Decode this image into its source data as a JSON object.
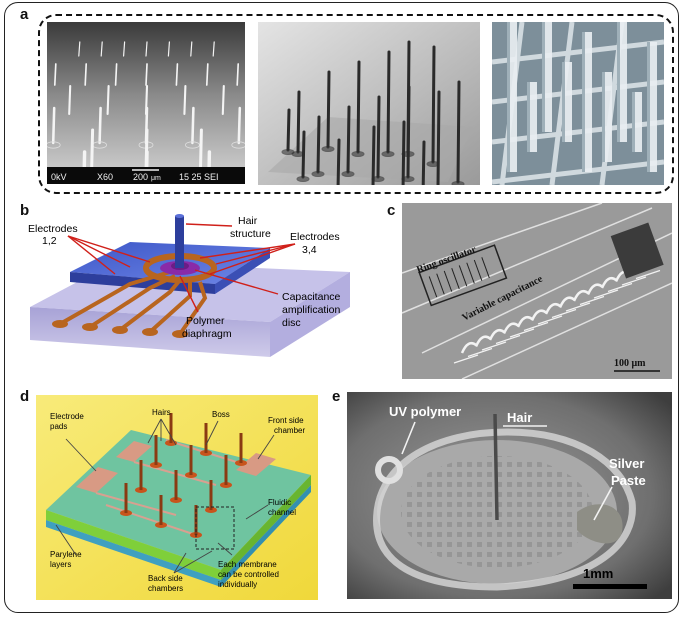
{
  "panels": {
    "a": {
      "label": "a",
      "sem_info": {
        "kv": "0kV",
        "mag": "X60",
        "scale": "200",
        "scale_unit": "μm",
        "code": "15 25 SEI"
      }
    },
    "b": {
      "label": "b",
      "annotations": {
        "electrodes_12_line1": "Electrodes",
        "electrodes_12_line2": "1,2",
        "hair_line1": "Hair",
        "hair_line2": "structure",
        "electrodes_34_line1": "Electrodes",
        "electrodes_34_line2": "3,4",
        "cap_line1": "Capacitance",
        "cap_line2": "amplification",
        "cap_line3": "disc",
        "poly_line1": "Polymer",
        "poly_line2": "diaphragm"
      }
    },
    "c": {
      "label": "c",
      "annotations": {
        "ring_oscillator": "Ring oscillator",
        "variable_capacitance": "Variable capacitance",
        "scale": "100 μm"
      }
    },
    "d": {
      "label": "d",
      "annotations": {
        "hairs": "Hairs",
        "electrode_line1": "Electrode",
        "electrode_line2": "pads",
        "boss": "Boss",
        "front_line1": "Front side",
        "front_line2": "chamber",
        "fluidic_line1": "Fluidic",
        "fluidic_line2": "channel",
        "parylene_line1": "Parylene",
        "parylene_line2": "layers",
        "back_line1": "Back side",
        "back_line2": "chambers",
        "each_line1": "Each membrane",
        "each_line2": "can be controlled",
        "each_line3": "individually"
      }
    },
    "e": {
      "label": "e",
      "annotations": {
        "uv_polymer": "UV polymer",
        "hair": "Hair",
        "silver_line1": "Silver",
        "silver_line2": "Paste",
        "scale": "1mm"
      }
    }
  },
  "colors": {
    "frame": "#222222",
    "annotation_arrow": "#d0201a",
    "panel_d_background": "#f5e04a",
    "panel_d_board": "#6fc4a0",
    "panel_d_layer": "#7fcf3a"
  }
}
